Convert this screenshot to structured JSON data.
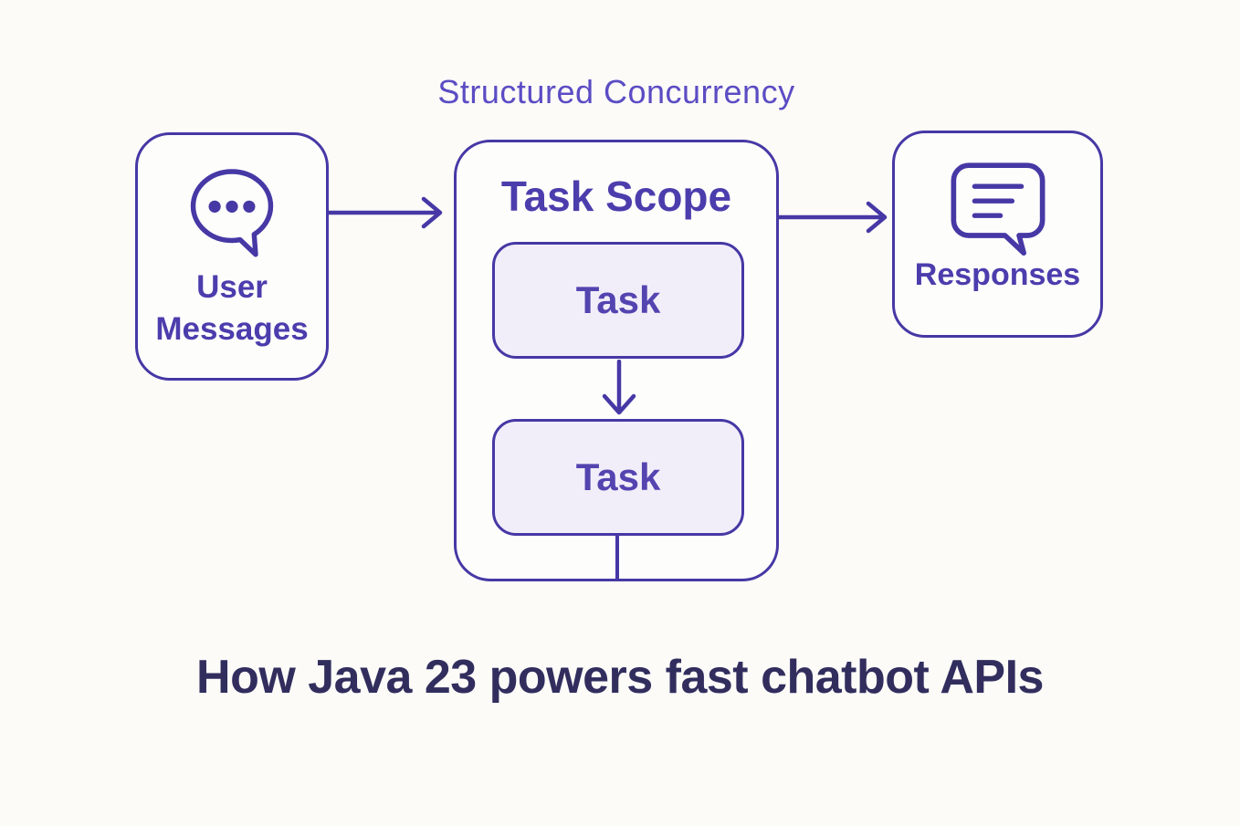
{
  "colors": {
    "stroke_purple": "#4638a5",
    "node_text_purple": "#4c3dad",
    "task_text_purple": "#5344b0",
    "scope_label_purple": "#5b4cc4",
    "task_fill_lavender": "#f2eef9",
    "caption_navy": "#312e5e",
    "background": "#fcfbf8"
  },
  "diagram": {
    "scope_label": "Structured Concurrency",
    "user_messages": {
      "line1": "User",
      "line2": "Messages",
      "icon": "chat-bubble-ellipsis-icon"
    },
    "task_scope": {
      "title": "Task Scope",
      "tasks": [
        "Task",
        "Task"
      ]
    },
    "responses": {
      "label": "Responses",
      "icon": "message-lines-icon"
    }
  },
  "caption": "How Java 23 powers fast chatbot APIs"
}
